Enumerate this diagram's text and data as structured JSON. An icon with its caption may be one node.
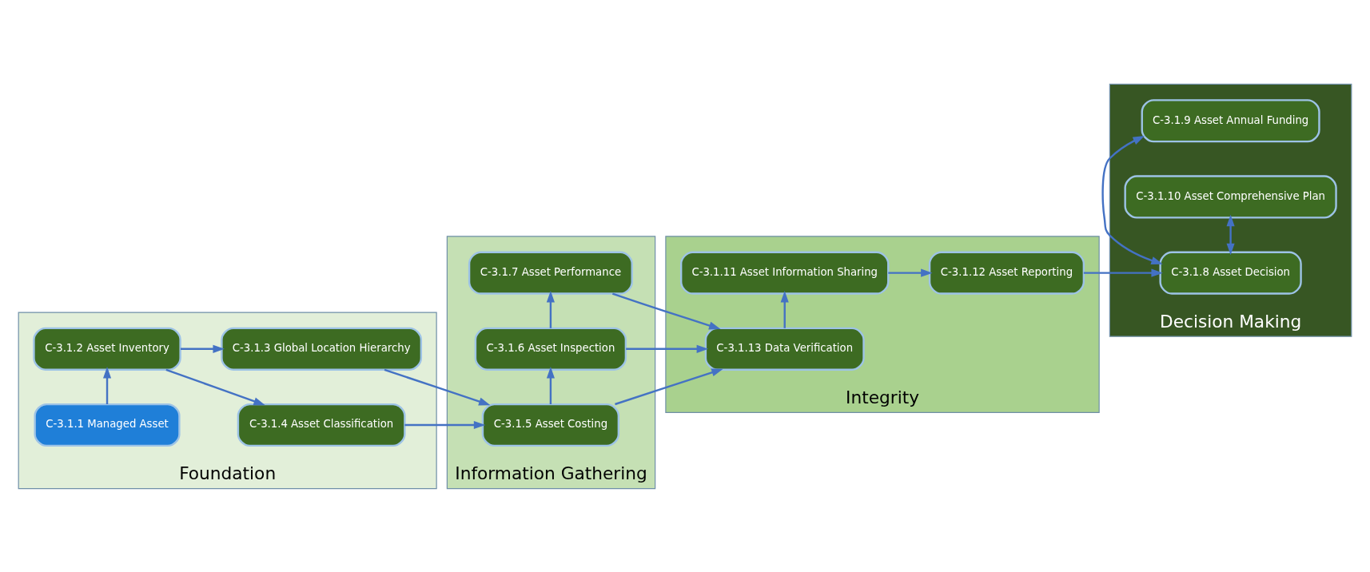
{
  "diagram": {
    "nodes": [
      {
        "text": [
          "Foundation"
        ]
      },
      {
        "text": [
          "C-3.1.1 Managed Asset"
        ],
        "in": 0
      },
      {
        "text": [
          "C-3.1.2 Asset Inventory"
        ],
        "in": 0
      },
      {
        "text": [
          "C-3.1.4 Asset Classification"
        ],
        "in": 0
      },
      {
        "text": [
          "C-3.1.3 Global Location Hierarchy"
        ],
        "in": 0
      },
      {
        "text": [
          "Information Gathering"
        ]
      },
      {
        "text": [
          "C-3.1.5 Asset Costing"
        ],
        "in": 5
      },
      {
        "text": [
          "C-3.1.6 Asset Inspection"
        ],
        "in": 5
      },
      {
        "text": [
          "C-3.1.7 Asset Performance"
        ],
        "in": 5
      },
      {
        "text": [
          "Integrity"
        ]
      },
      {
        "text": [
          "C-3.1.13 Data Verification"
        ],
        "in": 9
      },
      {
        "text": [
          "C-3.1.11 Asset Information Sharing"
        ],
        "in": 9
      },
      {
        "text": [
          "C-3.1.12 Asset Reporting"
        ],
        "in": 9
      },
      {
        "text": [
          "Decision Making"
        ]
      },
      {
        "text": [
          "C-3.1.9 Asset Annual Funding"
        ],
        "in": 13
      },
      {
        "text": [
          "C-3.1.8 Asset Decision"
        ],
        "in": 13
      },
      {
        "text": [
          "C-3.1.10 Asset Comprehensive Plan"
        ],
        "in": 13
      }
    ],
    "edges": [
      {
        "from": 1,
        "to": 2,
        "arrow": "to"
      },
      {
        "from": 2,
        "to": 3,
        "arrow": "to"
      },
      {
        "from": 2,
        "to": 4,
        "arrow": "to"
      },
      {
        "from": 3,
        "to": 6,
        "arrow": "to"
      },
      {
        "from": 4,
        "to": 6,
        "arrow": "to"
      },
      {
        "from": 6,
        "to": 7,
        "arrow": "to"
      },
      {
        "from": 7,
        "to": 8,
        "arrow": "to"
      },
      {
        "from": 6,
        "to": 10,
        "arrow": "to"
      },
      {
        "from": 7,
        "to": 10,
        "arrow": "to"
      },
      {
        "from": 8,
        "to": 10,
        "arrow": "to"
      },
      {
        "from": 10,
        "to": 11,
        "arrow": "to"
      },
      {
        "from": 11,
        "to": 12,
        "arrow": "to"
      },
      {
        "from": 12,
        "to": 15,
        "arrow": "to"
      },
      {
        "from": 15,
        "to": 14,
        "arrow": "both"
      },
      {
        "from": 15,
        "to": 16,
        "arrow": "both"
      }
    ]
  }
}
